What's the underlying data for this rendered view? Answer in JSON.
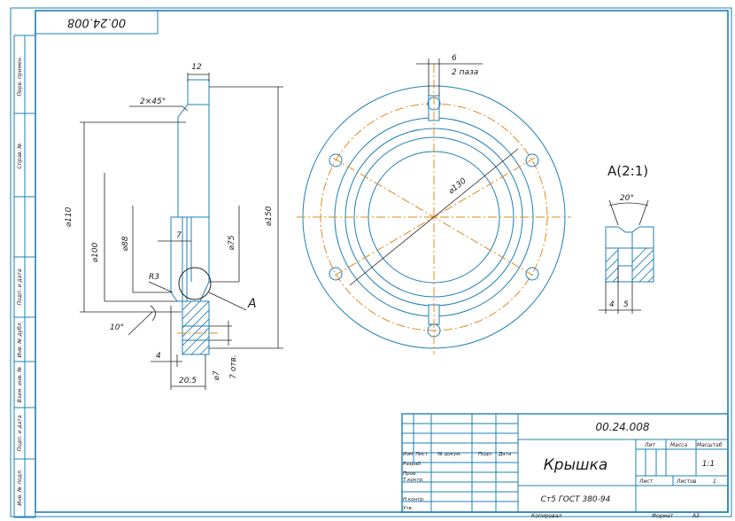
{
  "stamp": {
    "code_top": "00.24.008",
    "designation": "00.24.008",
    "part_name": "Крышка",
    "material": "Ст5 ГОСТ 380-94",
    "hdr_lit": "Лит",
    "hdr_mass": "Масса",
    "hdr_scale": "Масштаб",
    "scale_value": "1:1",
    "sheet_label": "Лист",
    "sheets_label": "Листов",
    "sheets_value": "1",
    "copied_label": "Копировал",
    "format_label": "Формат",
    "format_value": "А3",
    "cols": [
      "Изм",
      "Лист",
      "№ докум.",
      "Подп.",
      "Дата"
    ],
    "rows": [
      "Разраб.",
      "Пров.",
      "Т.контр.",
      "",
      "Н.контр.",
      "Утв."
    ]
  },
  "side_labels": [
    "Перв. примен.",
    "Справ. №",
    "Подп. и дата",
    "Инв. № дубл.",
    "Взам. инв. №",
    "Подп. и дата",
    "Инв. № подл."
  ],
  "section_view": {
    "dim_width": "12",
    "chamfer": "2×45°",
    "d110": "⌀110",
    "d100": "⌀100",
    "d88": "⌀88",
    "d75": "⌀75",
    "d150": "⌀150",
    "dim_7": "7",
    "radius": "R3",
    "angle": "10°",
    "dim_4": "4",
    "dim_205": "20.5",
    "hole_d7": "⌀7",
    "holes_7": "7 отв.",
    "callout": "A"
  },
  "front_view": {
    "slot_width": "6",
    "slot_qty": "2 паза",
    "pcd": "⌀130"
  },
  "detail_view": {
    "title": "A(2:1)",
    "angle": "20°",
    "dim_4": "4",
    "dim_5": "5"
  }
}
